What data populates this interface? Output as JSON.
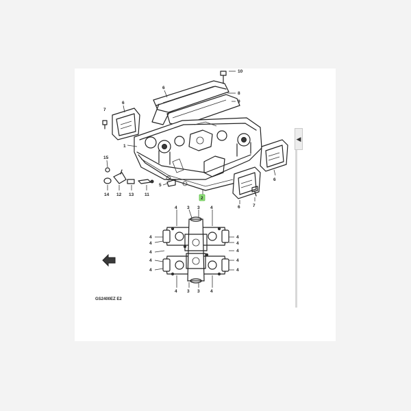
{
  "diagram": {
    "callouts": {
      "c10": "10",
      "c8": "8",
      "c9": "9",
      "c6_top": "6",
      "c7_left": "7",
      "c6_left": "6",
      "c1": "1",
      "c15": "15",
      "c5": "5",
      "c14": "14",
      "c12": "12",
      "c13": "13",
      "c11": "11",
      "c6_right": "6",
      "c6_right2": "6",
      "c7_right": "7",
      "c2": "2",
      "c3": "3",
      "c4": "4"
    },
    "drawing_code": "GS2400EZ E2",
    "highlight_color": "#8fe07a"
  },
  "side_tab": {
    "icon": "arrow-left-icon"
  }
}
